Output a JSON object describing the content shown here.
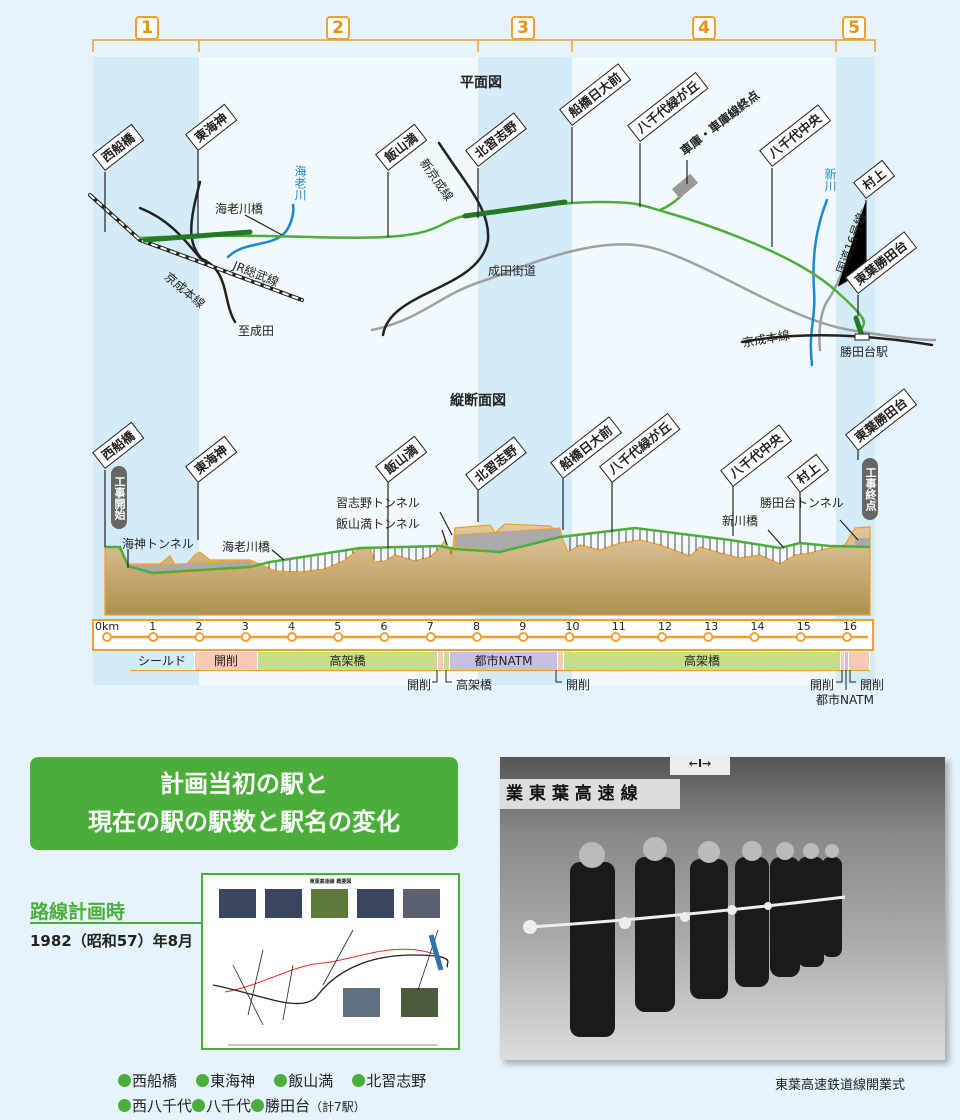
{
  "sections": [
    "1",
    "2",
    "3",
    "4",
    "5"
  ],
  "plan": {
    "title": "平面図",
    "stations": [
      "西船橋",
      "東海神",
      "飯山満",
      "北習志野",
      "船橋日大前",
      "八千代緑が丘",
      "八千代中央",
      "村上",
      "東葉勝田台"
    ],
    "depot": "車庫・車庫線終点",
    "labels": {
      "ebigawa_bridge": "海老川橋",
      "ebigawa": "海老川",
      "jr_sobu": "JR総武線",
      "keisei_main": "京成本線",
      "to_narita": "至成田",
      "shin_keisei": "新京成線",
      "narita_kaido": "成田街道",
      "shinkawa": "新川",
      "route16": "国道16号線",
      "keisei_main2": "京成本線",
      "katsutadai_sta": "勝田台駅"
    }
  },
  "profile": {
    "title": "縦断面図",
    "stations": [
      "西船橋",
      "東海神",
      "飯山満",
      "北習志野",
      "船橋日大前",
      "八千代緑が丘",
      "八千代中央",
      "村上",
      "東葉勝田台"
    ],
    "start": "工事開始",
    "end": "工事終点",
    "labels": {
      "kaijin_tunnel": "海神トンネル",
      "ebigawa_bridge": "海老川橋",
      "narashino_tunnel": "習志野トンネル",
      "iidayama_tunnel": "飯山満トンネル",
      "shinkawa_bridge": "新川橋",
      "katsutadai_tunnel": "勝田台トンネル"
    }
  },
  "km_axis": [
    "0km",
    "1",
    "2",
    "3",
    "4",
    "5",
    "6",
    "7",
    "8",
    "9",
    "10",
    "11",
    "12",
    "13",
    "14",
    "15",
    "16"
  ],
  "construction": {
    "segments": [
      "シールド",
      "開削",
      "高架橋",
      "都市NATM",
      "高架橋"
    ],
    "below": [
      "開削",
      "高架橋",
      "開削",
      "開削",
      "都市NATM",
      "開削"
    ]
  },
  "colors": {
    "green": "#4bae3a",
    "dark_green": "#237a23",
    "orange": "#f0a030",
    "shield": "#d6eaf7",
    "cut": "#f8cbb0",
    "viaduct": "#c8dd84",
    "natm": "#cbbfe0"
  },
  "banner": {
    "line1": "計画当初の駅と",
    "line2": "現在の駅の駅数と駅名の変化"
  },
  "plan_time": {
    "heading": "路線計画時",
    "date": "1982（昭和57）年8月",
    "map_title": "東葉高速線 概要図"
  },
  "original_stations": {
    "row1": [
      "西船橋",
      "東海神",
      "飯山満",
      "北習志野"
    ],
    "row2": [
      "西八千代",
      "八千代",
      "勝田台"
    ],
    "count": "（計7駅）"
  },
  "photo": {
    "sign": "業 東 葉 高 速 線",
    "arrow_sign": "←Ⅰ→",
    "caption": "東葉高速鉄道線開業式"
  }
}
